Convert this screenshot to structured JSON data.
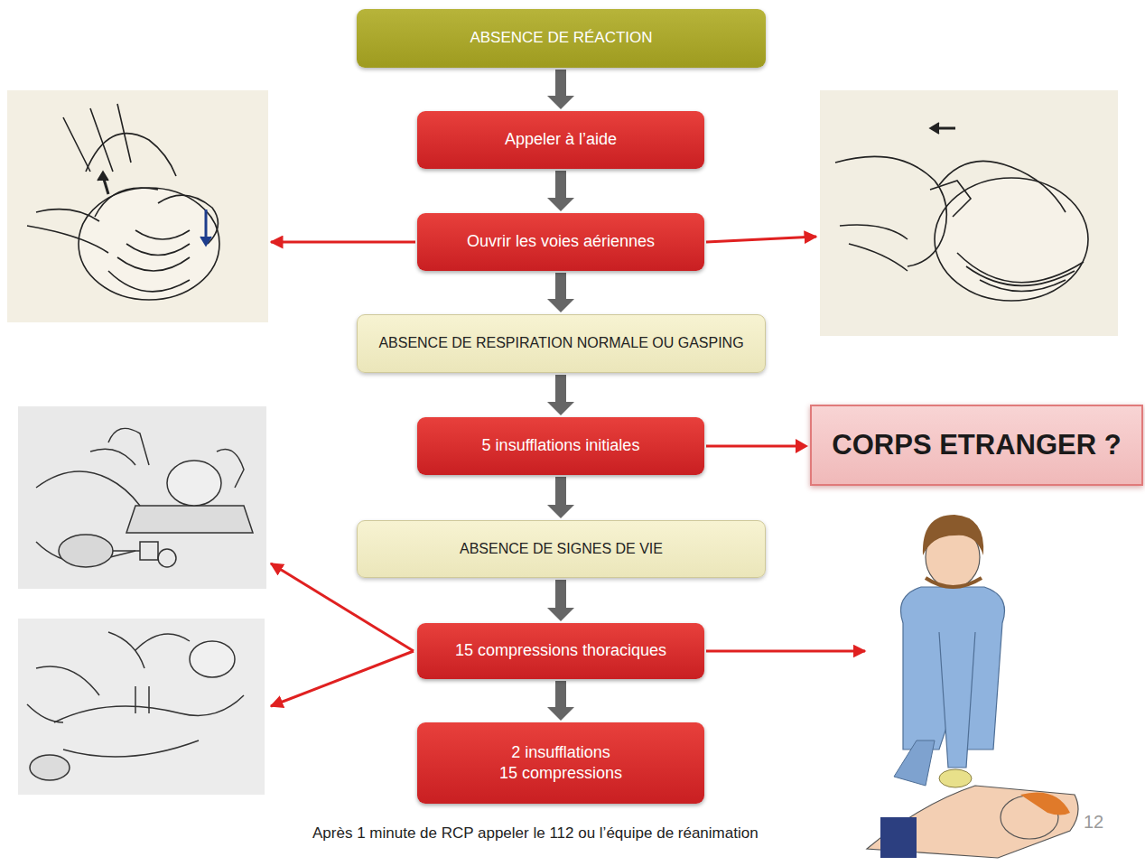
{
  "diagram": {
    "nodes": [
      {
        "text": [
          "ABSENCE DE RÉACTION"
        ]
      },
      {
        "text": [
          "Appeler à l’aide"
        ]
      },
      {
        "text": [
          "Ouvrir les voies aériennes"
        ]
      },
      {
        "text": [
          "ABSENCE DE RESPIRATION NORMALE OU GASPING"
        ]
      },
      {
        "text": [
          "5 insufflations initiales"
        ]
      },
      {
        "text": [
          "CORPS ETRANGER ?"
        ]
      },
      {
        "text": [
          "ABSENCE DE SIGNES DE VIE"
        ]
      },
      {
        "text": [
          "15 compressions thoraciques"
        ]
      },
      {
        "text": [
          "2 insufflations",
          "15 compressions"
        ]
      }
    ],
    "edges": [
      {
        "from": 0,
        "to": 1,
        "arrow": "to"
      },
      {
        "from": 1,
        "to": 2,
        "arrow": "to"
      },
      {
        "from": 2,
        "to": 3,
        "arrow": "to"
      },
      {
        "from": 3,
        "to": 4,
        "arrow": "to"
      },
      {
        "from": 4,
        "to": 5,
        "arrow": "to"
      },
      {
        "from": 4,
        "to": 6,
        "arrow": "to"
      },
      {
        "from": 6,
        "to": 7,
        "arrow": "to"
      },
      {
        "from": 7,
        "to": 8,
        "arrow": "to"
      }
    ],
    "labels": [
      "Après 1 minute de RCP appeler le 112 ou l’équipe de réanimation",
      "12"
    ]
  }
}
